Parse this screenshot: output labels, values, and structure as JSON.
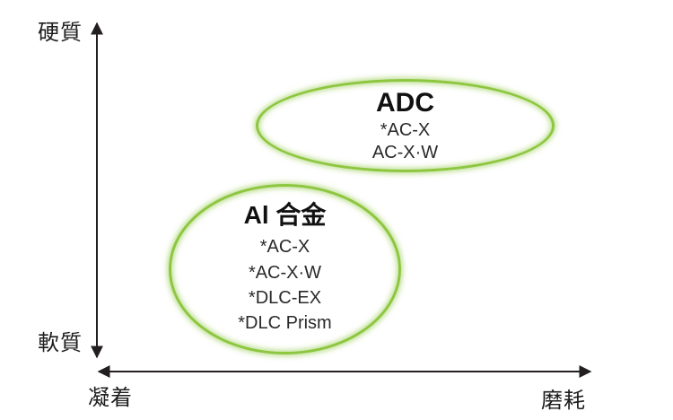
{
  "diagram": {
    "axes": {
      "y_top_label": "硬質",
      "y_bottom_label": "軟質",
      "x_left_label": "凝着",
      "x_right_label": "磨耗"
    },
    "groups": [
      {
        "title": "ADC",
        "items": [
          "*AC-X",
          "AC-X·W"
        ]
      },
      {
        "title": "Al 合金",
        "items": [
          "*AC-X",
          "*AC-X·W",
          "*DLC-EX",
          "*DLC Prism"
        ]
      }
    ],
    "colors": {
      "ellipse_stroke": "#8dc63f",
      "axis_and_text": "#231f20"
    }
  }
}
